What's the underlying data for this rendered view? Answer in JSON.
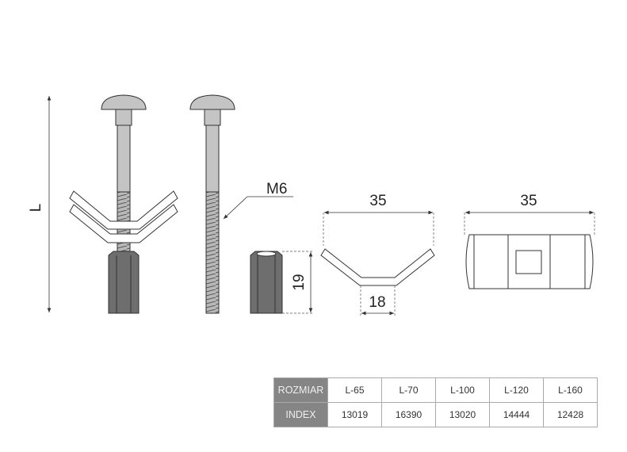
{
  "drawing": {
    "length_label": "L",
    "thread_label": "M6",
    "nut_height_label": "19",
    "washer_width_label": "35",
    "washer_base_label": "18",
    "washer_top_width_label": "35"
  },
  "table": {
    "rows": [
      {
        "header": "ROZMIAR",
        "cells": [
          "L-65",
          "L-70",
          "L-100",
          "L-120",
          "L-160"
        ]
      },
      {
        "header": "INDEX",
        "cells": [
          "13019",
          "16390",
          "13020",
          "14444",
          "12428"
        ]
      }
    ]
  },
  "colors": {
    "metal": "#c4c4c4",
    "nut": "#6e6e6e",
    "table_header": "#858585"
  }
}
